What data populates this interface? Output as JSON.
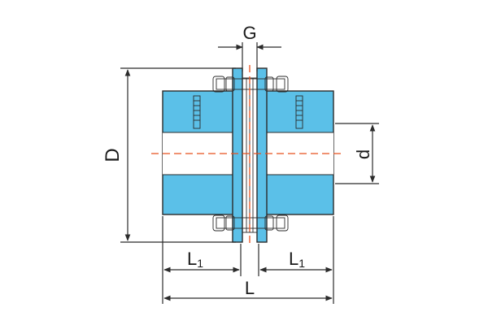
{
  "diagram": {
    "labels": {
      "G": "G",
      "D": "D",
      "d": "d",
      "L1_left": "L",
      "L1_left_sub": "1",
      "L1_right": "L",
      "L1_right_sub": "1",
      "L": "L"
    },
    "colors": {
      "hub_fill": "#5bc0e8",
      "bore_fill": "#ffffff",
      "line": "#2b2b2b",
      "centerline": "#e8501e",
      "hardware": "#f2f2f2"
    }
  }
}
